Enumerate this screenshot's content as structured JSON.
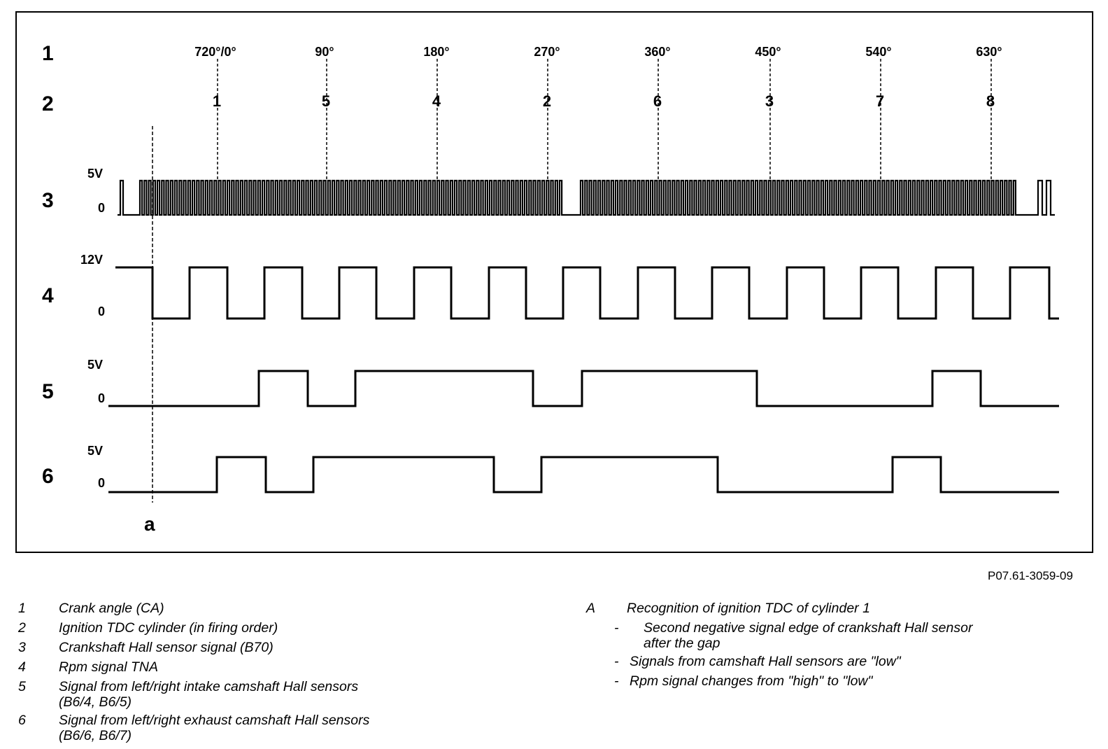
{
  "row_labels": [
    "1",
    "2",
    "3",
    "4",
    "5",
    "6"
  ],
  "voltage_labels": {
    "row3_high": "5V",
    "row3_low": "0",
    "row4_high": "12V",
    "row4_low": "0",
    "row5_high": "5V",
    "row5_low": "0",
    "row6_high": "5V",
    "row6_low": "0"
  },
  "crank_angles": [
    "720°/0°",
    "90°",
    "180°",
    "270°",
    "360°",
    "450°",
    "540°",
    "630°"
  ],
  "firing_order": [
    "1",
    "5",
    "4",
    "2",
    "6",
    "3",
    "7",
    "8"
  ],
  "marker_label": "a",
  "reference_code": "P07.61-3059-09",
  "legend_left": [
    {
      "num": "1",
      "text": "Crank angle (CA)"
    },
    {
      "num": "2",
      "text": "Ignition TDC cylinder (in firing order)"
    },
    {
      "num": "3",
      "text": "Crankshaft Hall sensor signal (B70)"
    },
    {
      "num": "4",
      "text": "Rpm signal TNA"
    },
    {
      "num": "5",
      "text": "Signal from left/right intake camshaft Hall sensors",
      "text2": "(B6/4, B6/5)"
    },
    {
      "num": "6",
      "text": "Signal from left/right exhaust camshaft Hall sensors",
      "text2": "(B6/6, B6/7)"
    }
  ],
  "legend_right": {
    "key": "A",
    "title": "Recognition of ignition TDC of cylinder 1",
    "items": [
      {
        "dash": "-",
        "text": "Second negative signal edge of crankshaft Hall sensor",
        "text2": "after the gap"
      },
      {
        "dash": "-",
        "text": "Signals from camshaft Hall sensors are \"low\""
      },
      {
        "dash": "-",
        "text": "Rpm signal changes from \"high\" to \"low\""
      }
    ]
  }
}
